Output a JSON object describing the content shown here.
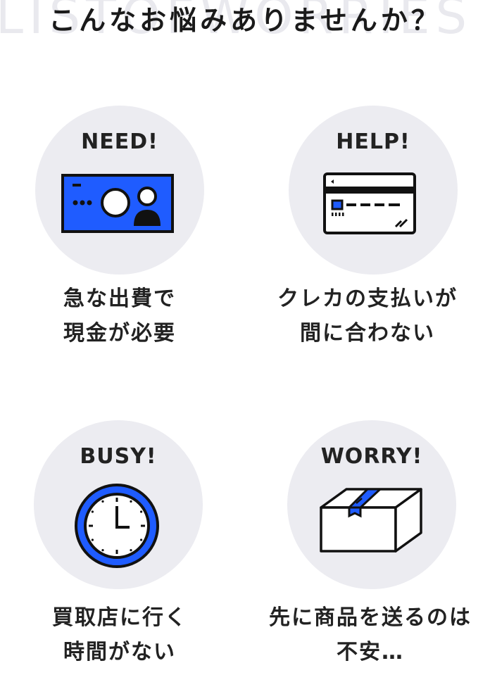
{
  "page": {
    "background_text": "LISTOFWORRIES",
    "heading": "こんなお悩みありませんか？"
  },
  "colors": {
    "accent": "#1f5cff",
    "circle": "#ececf1",
    "ink": "#222222"
  },
  "items": [
    {
      "badge": "NEED!",
      "icon": "id-card-icon",
      "caption_line1": "急な出費で",
      "caption_line2": "現金が必要"
    },
    {
      "badge": "HELP!",
      "icon": "credit-card-icon",
      "caption_line1": "クレカの支払いが",
      "caption_line2": "間に合わない"
    },
    {
      "badge": "BUSY!",
      "icon": "clock-icon",
      "caption_line1": "買取店に行く",
      "caption_line2": "時間がない"
    },
    {
      "badge": "WORRY!",
      "icon": "package-box-icon",
      "caption_line1": "先に商品を送るのは",
      "caption_line2": "不安…"
    }
  ]
}
